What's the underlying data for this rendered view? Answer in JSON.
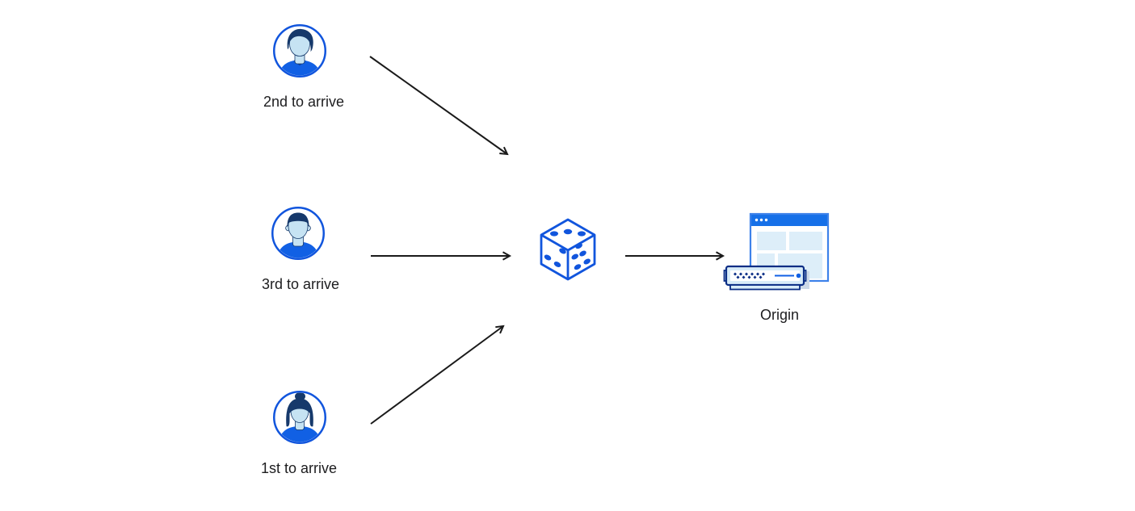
{
  "theme": {
    "background": "#ffffff",
    "accent_blue": "#1155dd",
    "face_blue": "#c6e3f3",
    "hair_navy": "#16396b",
    "shirt_blue": "#1160e4",
    "titlebar_blue": "#1670e8",
    "window_border_blue": "#3d82ea",
    "panel_light_blue": "#ddeef9",
    "server_navy": "#0a2d85",
    "server_light_blue": "#d8ecf8",
    "shadow_blue_gray": "#ccd9e8",
    "arrow_black": "#1a1a1a",
    "label_text": "#1d1d1f"
  },
  "diagram": {
    "type": "flow",
    "nodes": [
      {
        "id": "visitor-2nd",
        "icon": "male-avatar-swept-hair-icon",
        "label": "2nd to arrive"
      },
      {
        "id": "visitor-3rd",
        "icon": "male-avatar-flat-hair-icon",
        "label": "3rd to arrive"
      },
      {
        "id": "visitor-1st",
        "icon": "female-avatar-bun-icon",
        "label": "1st to arrive"
      },
      {
        "id": "randomizer",
        "icon": "dice-icon",
        "label": ""
      },
      {
        "id": "origin",
        "icon": "origin-server-browser-icon",
        "label": "Origin"
      }
    ],
    "edges": [
      {
        "from": "visitor-2nd",
        "to": "randomizer"
      },
      {
        "from": "visitor-3rd",
        "to": "randomizer"
      },
      {
        "from": "visitor-1st",
        "to": "randomizer"
      },
      {
        "from": "randomizer",
        "to": "origin"
      }
    ]
  }
}
